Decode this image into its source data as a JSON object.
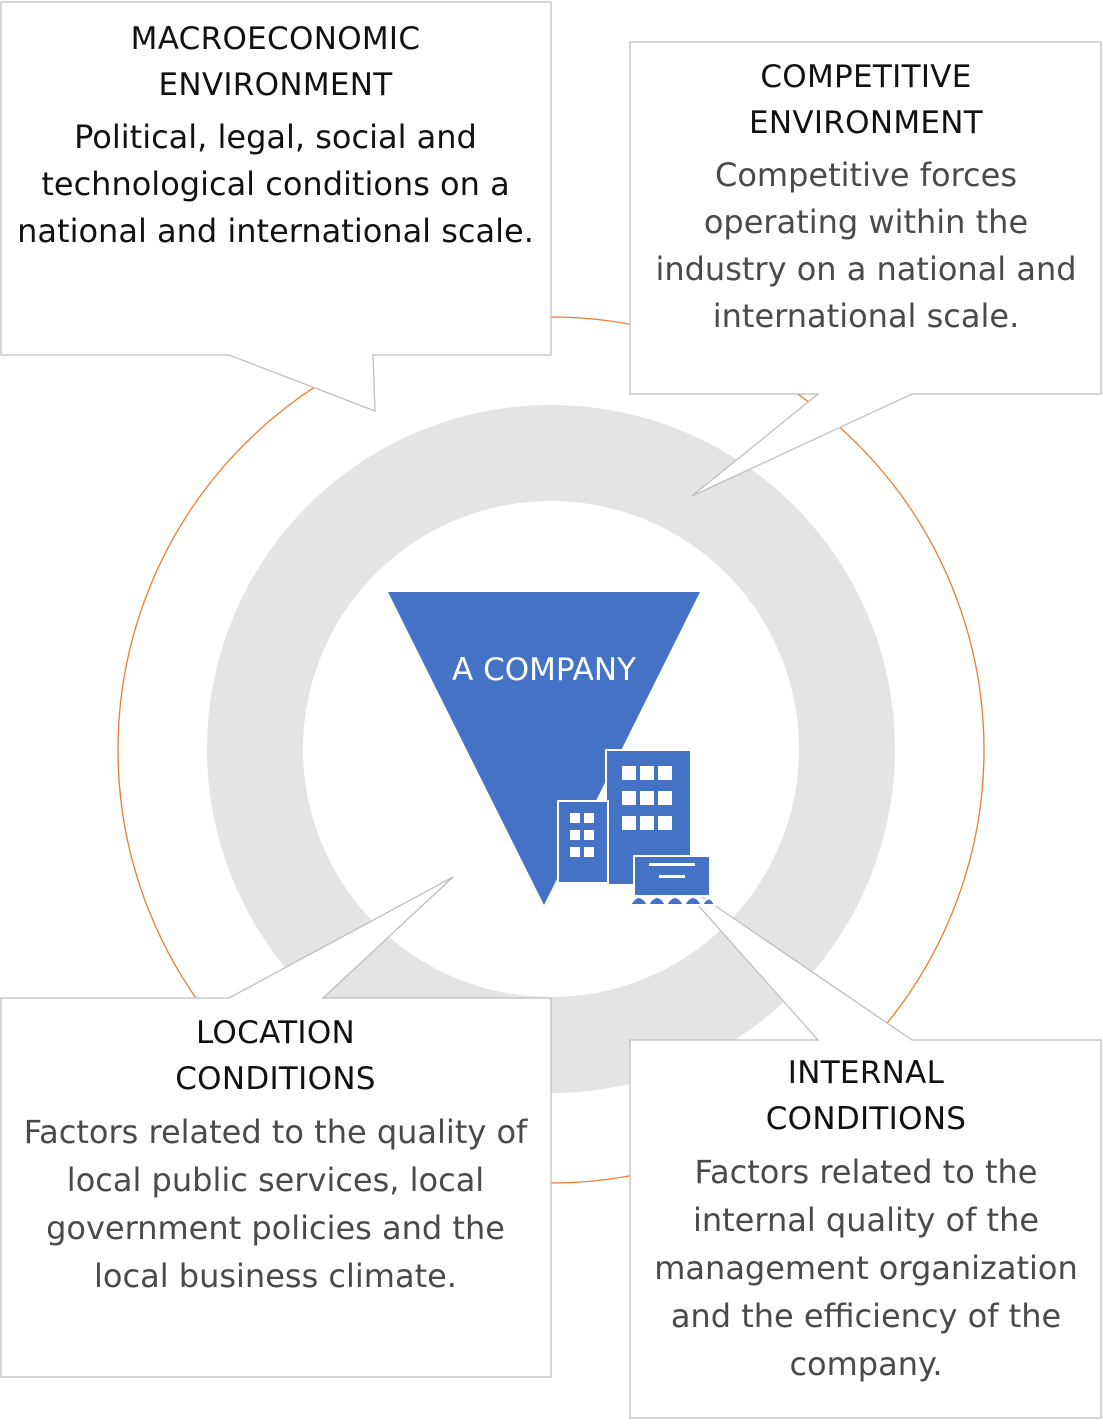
{
  "center": {
    "label": "A COMPANY",
    "icon": "office-buildings-icon",
    "color": "#4472C4"
  },
  "colors": {
    "ring": "#E4E4E4",
    "orbit": "#ED7D31",
    "box_border": "#BFBFBF"
  },
  "boxes": {
    "macro": {
      "title": [
        "MACROECONOMIC",
        "ENVIRONMENT"
      ],
      "body": [
        "Political, legal, social and",
        "technological conditions on a",
        "national and international scale."
      ]
    },
    "competitive": {
      "title": [
        "COMPETITIVE",
        "ENVIRONMENT"
      ],
      "body": [
        "Competitive forces",
        "operating within the",
        "industry on a national and",
        "international scale."
      ]
    },
    "location": {
      "title": [
        "LOCATION",
        "CONDITIONS"
      ],
      "body": [
        "Factors related to the quality of",
        "local public services, local",
        "government policies and the",
        "local business climate."
      ]
    },
    "internal": {
      "title": [
        "INTERNAL",
        "CONDITIONS"
      ],
      "body": [
        "Factors related to the",
        "internal quality of the",
        "management organization",
        "and the efficiency of the",
        "company."
      ]
    }
  }
}
